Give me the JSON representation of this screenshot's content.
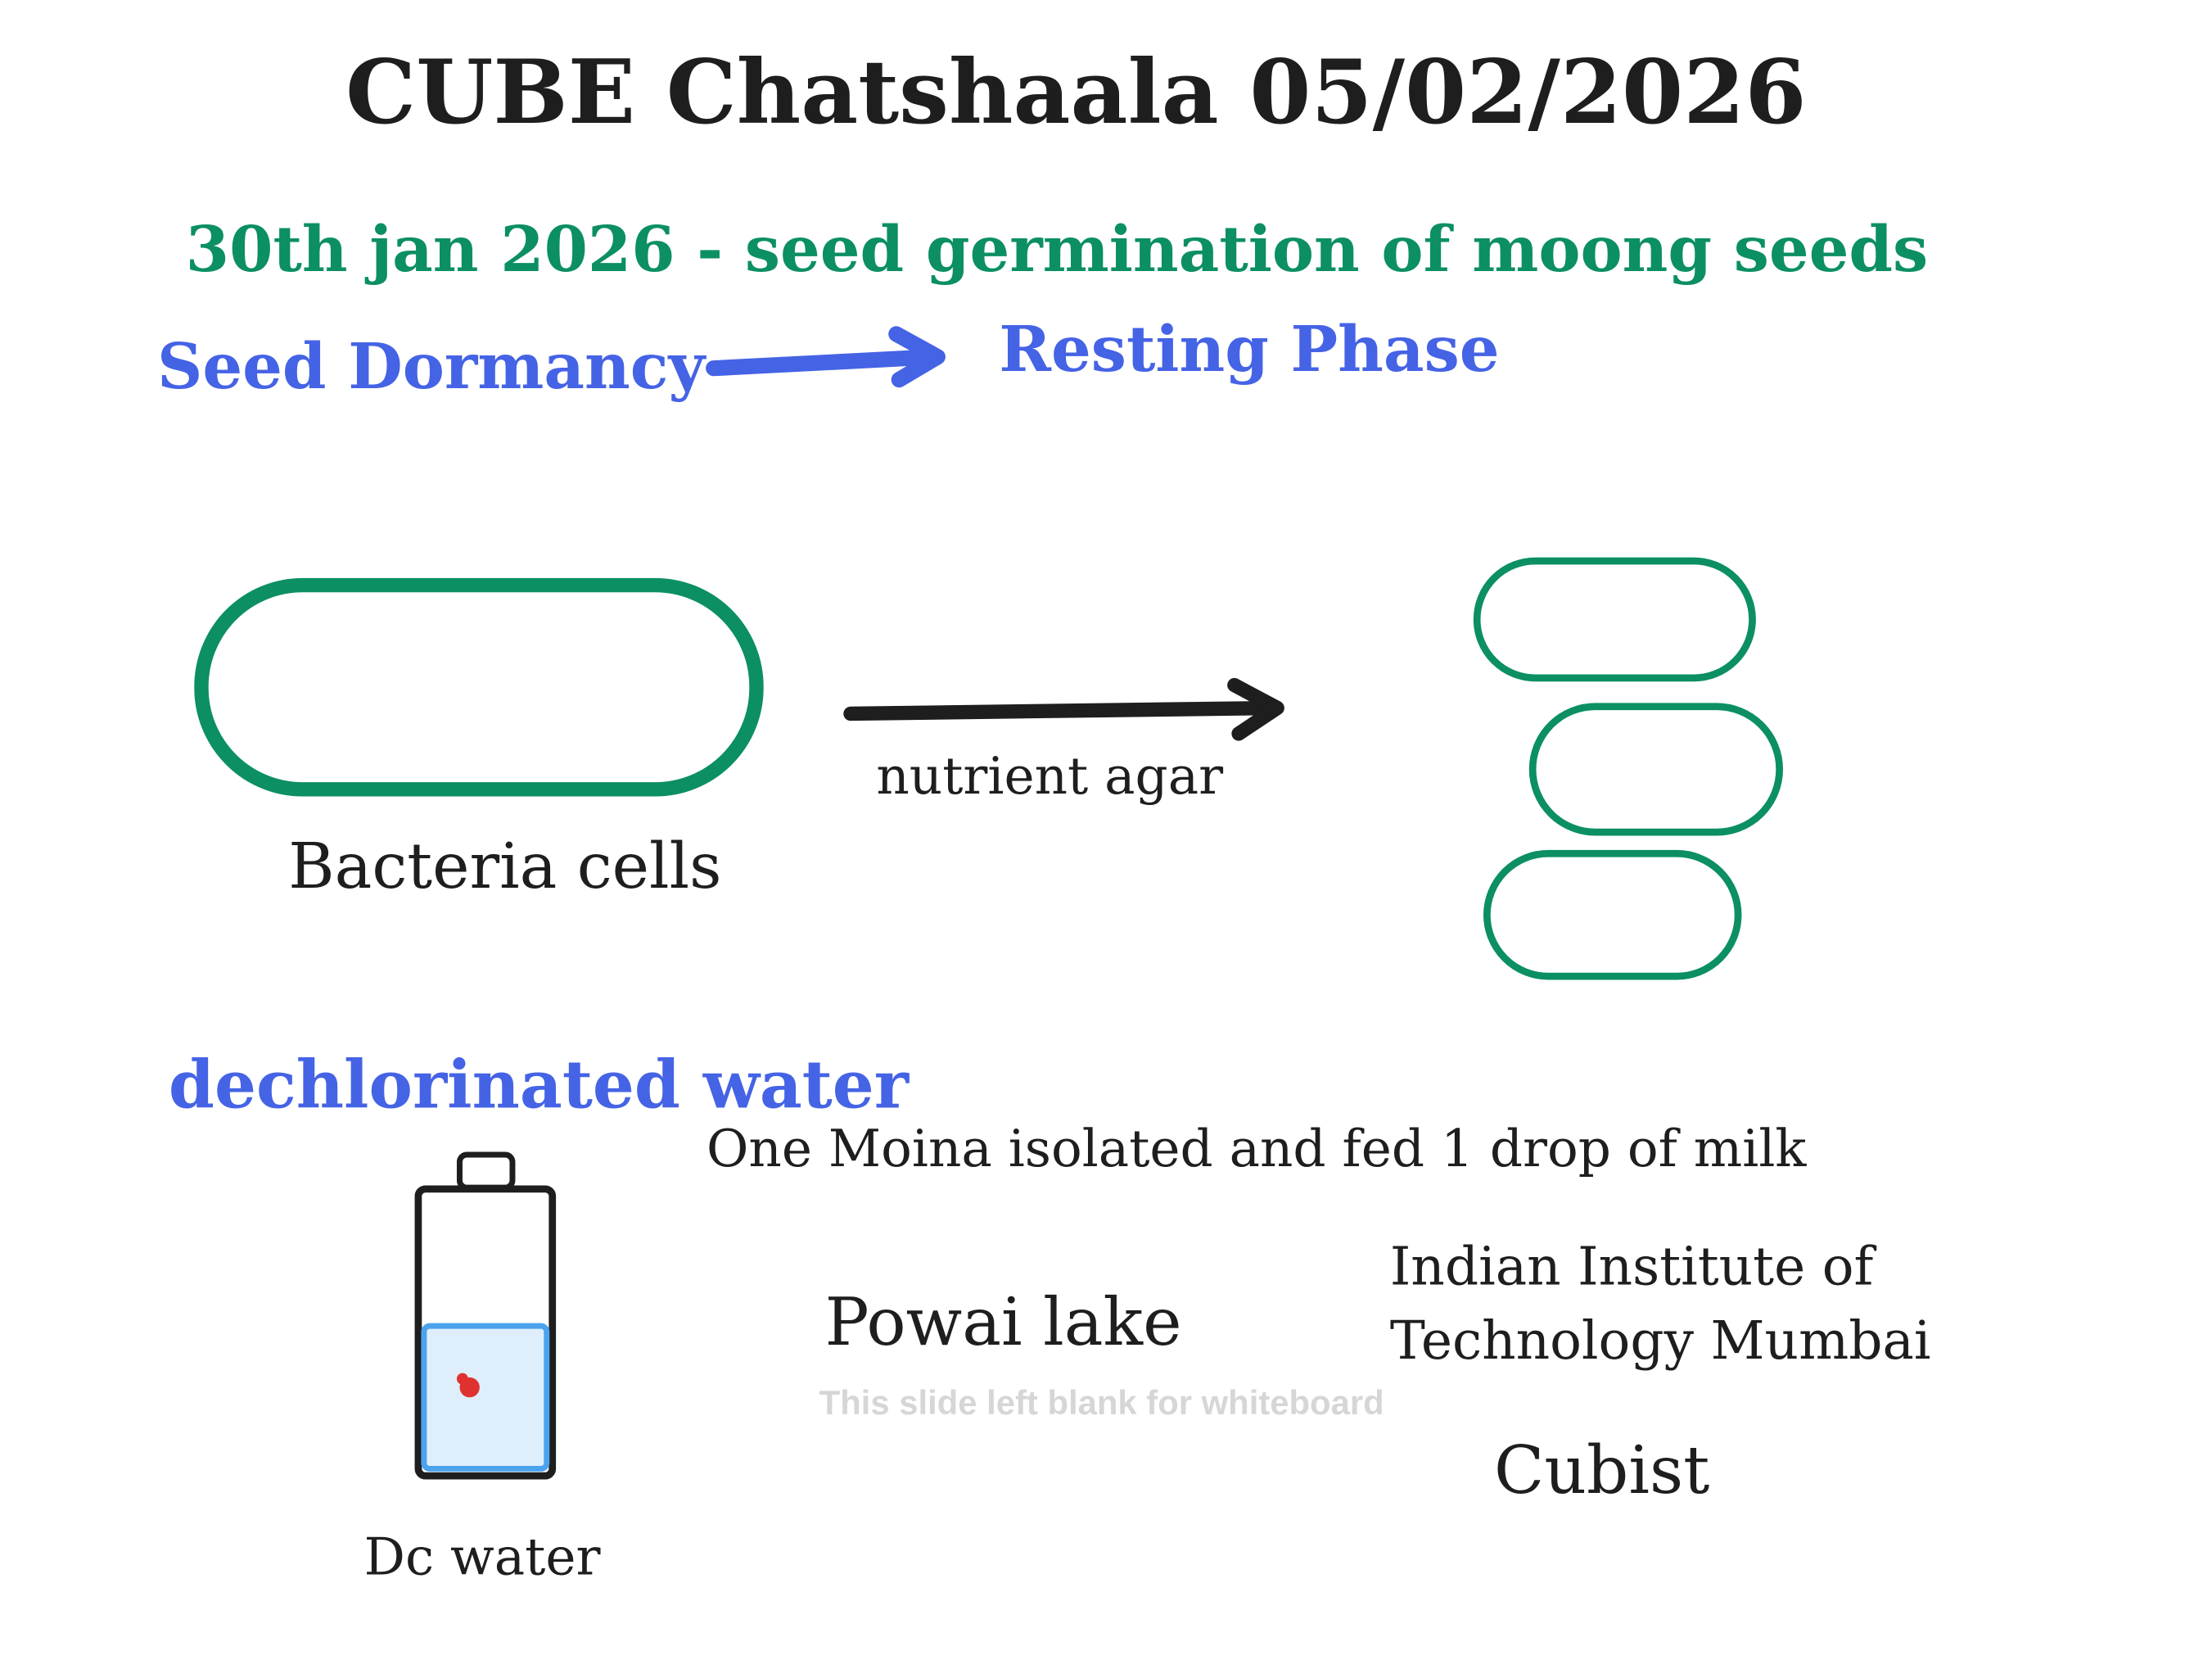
{
  "title": "CUBE Chatshaala 05/02/2026",
  "subtitle": "30th jan 2026 - seed germination of moong seeds",
  "seed_dormancy": "Seed Dormancy",
  "resting_phase": "Resting Phase",
  "bacteria_label": "Bacteria cells",
  "nutrient_label": "nutrient agar",
  "dechlorinated_label": "dechlorinated water",
  "moina_note": "One Moina isolated and fed 1 drop of milk",
  "powai": "Powai lake",
  "iit_line1": "Indian Institute of",
  "iit_line2": "Technology Mumbai",
  "cubist": "Cubist",
  "placeholder": "This slide left blank for whiteboard",
  "bottle_label": "Dc water",
  "colors": {
    "green": "#0b8f63",
    "blue": "#4563e5",
    "ink": "#1e1e1e",
    "water": "#dfeefb",
    "water_stroke": "#4ba3ee",
    "drop": "#e03131"
  }
}
